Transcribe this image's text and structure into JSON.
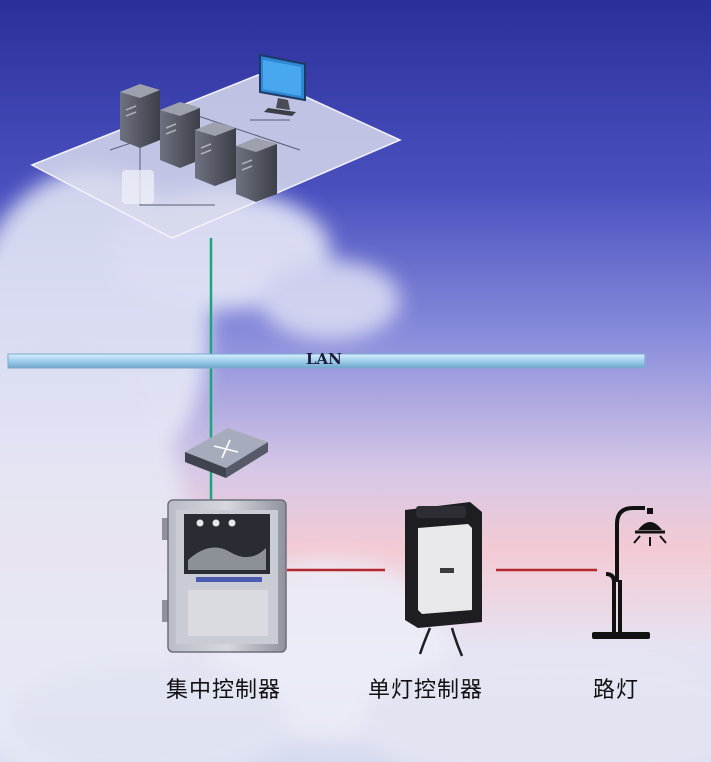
{
  "network": {
    "lan_label": "LAN"
  },
  "devices": {
    "concentrator_label": "集中控制器",
    "single_lamp_controller_label": "单灯控制器",
    "street_lamp_label": "路灯"
  },
  "colors": {
    "sky_top": "#2b2f9a",
    "sky_mid": "#7e83d8",
    "dusk": "#f2c6d2",
    "data_link": "#1aa57a",
    "power_link": "#b3262b",
    "lan_bus": "#a9d3ef"
  }
}
